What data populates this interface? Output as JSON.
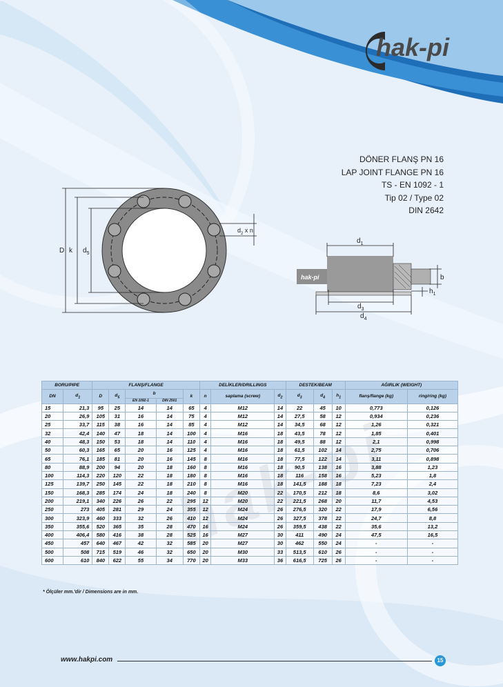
{
  "brand": {
    "logo_text": "hak-pi",
    "watermark": "hak-pi"
  },
  "titles": [
    "DÖNER FLANŞ PN 16",
    "LAP JOINT FLANGE PN 16",
    "TS - EN 1092 - 1",
    "Tip 02 / Type 02",
    "DIN 2642"
  ],
  "drawing_labels": {
    "D": "D",
    "k": "k",
    "d5": "d",
    "d5_sub": "5",
    "d2n": "d",
    "d2n_sub": "2",
    "d2n_rest": " x n",
    "d1": "d",
    "d1_sub": "1",
    "d3": "d",
    "d3_sub": "3",
    "d4": "d",
    "d4_sub": "4",
    "b": "b",
    "h1": "h",
    "h1_sub": "1",
    "side_logo": "hak-pi"
  },
  "table": {
    "groups": {
      "pipe": "BORU/PIPE",
      "flange": "FLANŞ/FLANGE",
      "drill": "DELİKLER/DRILLINGS",
      "beam": "DESTEK/BEAM",
      "weight": "AĞIRLIK (WEIGHT)"
    },
    "cols": {
      "dn": "DN",
      "d1": "d",
      "d1_sub": "1",
      "D": "D",
      "d5": "d",
      "d5_sub": "5",
      "b": "b",
      "b_en": "EN 1092-1",
      "b_din": "DIN 2501",
      "k": "k",
      "n": "n",
      "screw": "saplama (screw)",
      "d2": "d",
      "d2_sub": "2",
      "d3": "d",
      "d3_sub": "3",
      "d4": "d",
      "d4_sub": "4",
      "h1": "h",
      "h1_sub": "1",
      "w_flange": "flanş/flange (kg)",
      "w_ring": "ring/ring (kg)"
    },
    "rows": [
      [
        "15",
        "21,3",
        "95",
        "25",
        "14",
        "14",
        "65",
        "4",
        "M12",
        "14",
        "22",
        "45",
        "10",
        "0,773",
        "0,126"
      ],
      [
        "20",
        "26,9",
        "105",
        "31",
        "16",
        "14",
        "75",
        "4",
        "M12",
        "14",
        "27,5",
        "58",
        "12",
        "0,934",
        "0,236"
      ],
      [
        "25",
        "33,7",
        "115",
        "38",
        "16",
        "14",
        "85",
        "4",
        "M12",
        "14",
        "34,5",
        "68",
        "12",
        "1,26",
        "0,321"
      ],
      [
        "32",
        "42,4",
        "140",
        "47",
        "18",
        "14",
        "100",
        "4",
        "M16",
        "18",
        "43,5",
        "78",
        "12",
        "1,85",
        "0,401"
      ],
      [
        "40",
        "48,3",
        "150",
        "53",
        "18",
        "14",
        "110",
        "4",
        "M16",
        "18",
        "49,5",
        "88",
        "12",
        "2,1",
        "0,998"
      ],
      [
        "50",
        "60,3",
        "165",
        "65",
        "20",
        "16",
        "125",
        "4",
        "M16",
        "18",
        "61,5",
        "102",
        "14",
        "2,75",
        "0,706"
      ],
      [
        "65",
        "76,1",
        "185",
        "81",
        "20",
        "16",
        "145",
        "8",
        "M16",
        "18",
        "77,5",
        "122",
        "14",
        "3,11",
        "0,898"
      ],
      [
        "80",
        "88,9",
        "200",
        "94",
        "20",
        "18",
        "160",
        "8",
        "M16",
        "18",
        "90,5",
        "138",
        "16",
        "3,88",
        "1,23"
      ],
      [
        "100",
        "114,3",
        "220",
        "120",
        "22",
        "18",
        "180",
        "8",
        "M16",
        "18",
        "116",
        "158",
        "16",
        "5,23",
        "1,8"
      ],
      [
        "125",
        "139,7",
        "250",
        "145",
        "22",
        "18",
        "210",
        "8",
        "M16",
        "18",
        "141,5",
        "188",
        "18",
        "7,23",
        "2,4"
      ],
      [
        "150",
        "168,3",
        "285",
        "174",
        "24",
        "18",
        "240",
        "8",
        "M20",
        "22",
        "170,5",
        "212",
        "18",
        "8,6",
        "3,02"
      ],
      [
        "200",
        "219,1",
        "340",
        "226",
        "26",
        "22",
        "295",
        "12",
        "M20",
        "22",
        "221,5",
        "268",
        "20",
        "11,7",
        "4,53"
      ],
      [
        "250",
        "273",
        "405",
        "281",
        "29",
        "24",
        "355",
        "12",
        "M24",
        "26",
        "276,5",
        "320",
        "22",
        "17,9",
        "6,56"
      ],
      [
        "300",
        "323,9",
        "460",
        "333",
        "32",
        "26",
        "410",
        "12",
        "M24",
        "26",
        "327,5",
        "378",
        "22",
        "24,7",
        "8,8"
      ],
      [
        "350",
        "355,6",
        "520",
        "365",
        "35",
        "28",
        "470",
        "16",
        "M24",
        "26",
        "359,5",
        "438",
        "22",
        "35,6",
        "13,2"
      ],
      [
        "400",
        "406,4",
        "580",
        "416",
        "38",
        "28",
        "525",
        "16",
        "M27",
        "30",
        "411",
        "490",
        "24",
        "47,5",
        "16,5"
      ],
      [
        "450",
        "457",
        "640",
        "467",
        "42",
        "32",
        "585",
        "20",
        "M27",
        "30",
        "462",
        "550",
        "24",
        "-",
        "-"
      ],
      [
        "500",
        "508",
        "715",
        "519",
        "46",
        "32",
        "650",
        "20",
        "M30",
        "33",
        "513,5",
        "610",
        "26",
        "-",
        "-"
      ],
      [
        "600",
        "610",
        "840",
        "622",
        "55",
        "34",
        "770",
        "20",
        "M33",
        "36",
        "616,5",
        "725",
        "26",
        "-",
        "-"
      ]
    ]
  },
  "note": "* Ölçüler mm.'dir / Dimensions are in mm.",
  "footer": {
    "url": "www.hakpi.com",
    "page": "15"
  }
}
